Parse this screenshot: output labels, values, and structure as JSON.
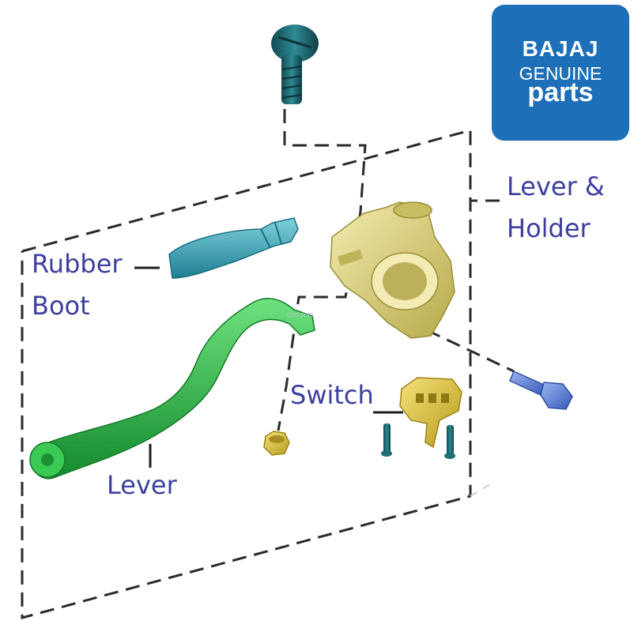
{
  "labels": {
    "rubber_boot": [
      "Rubber",
      "Boot"
    ],
    "lever_holder": [
      "Lever &",
      "Holder"
    ],
    "switch": "Switch",
    "lever": "Lever"
  },
  "logo": {
    "line1": "BAJAJ",
    "line2": "GENUINE",
    "line3": "parts"
  },
  "watermark": "rpm.com",
  "colors": {
    "label": "#3d3f9e",
    "logo_bg": "#1d6fb8",
    "rubber_boot": "#35a2b5",
    "lever": "#2dbb4a",
    "holder": "#d9cf7a",
    "switch": "#e3cc3e",
    "screw": "#1f6f78",
    "bolt": "#5b82d8",
    "dash": "#2a2a2a"
  }
}
